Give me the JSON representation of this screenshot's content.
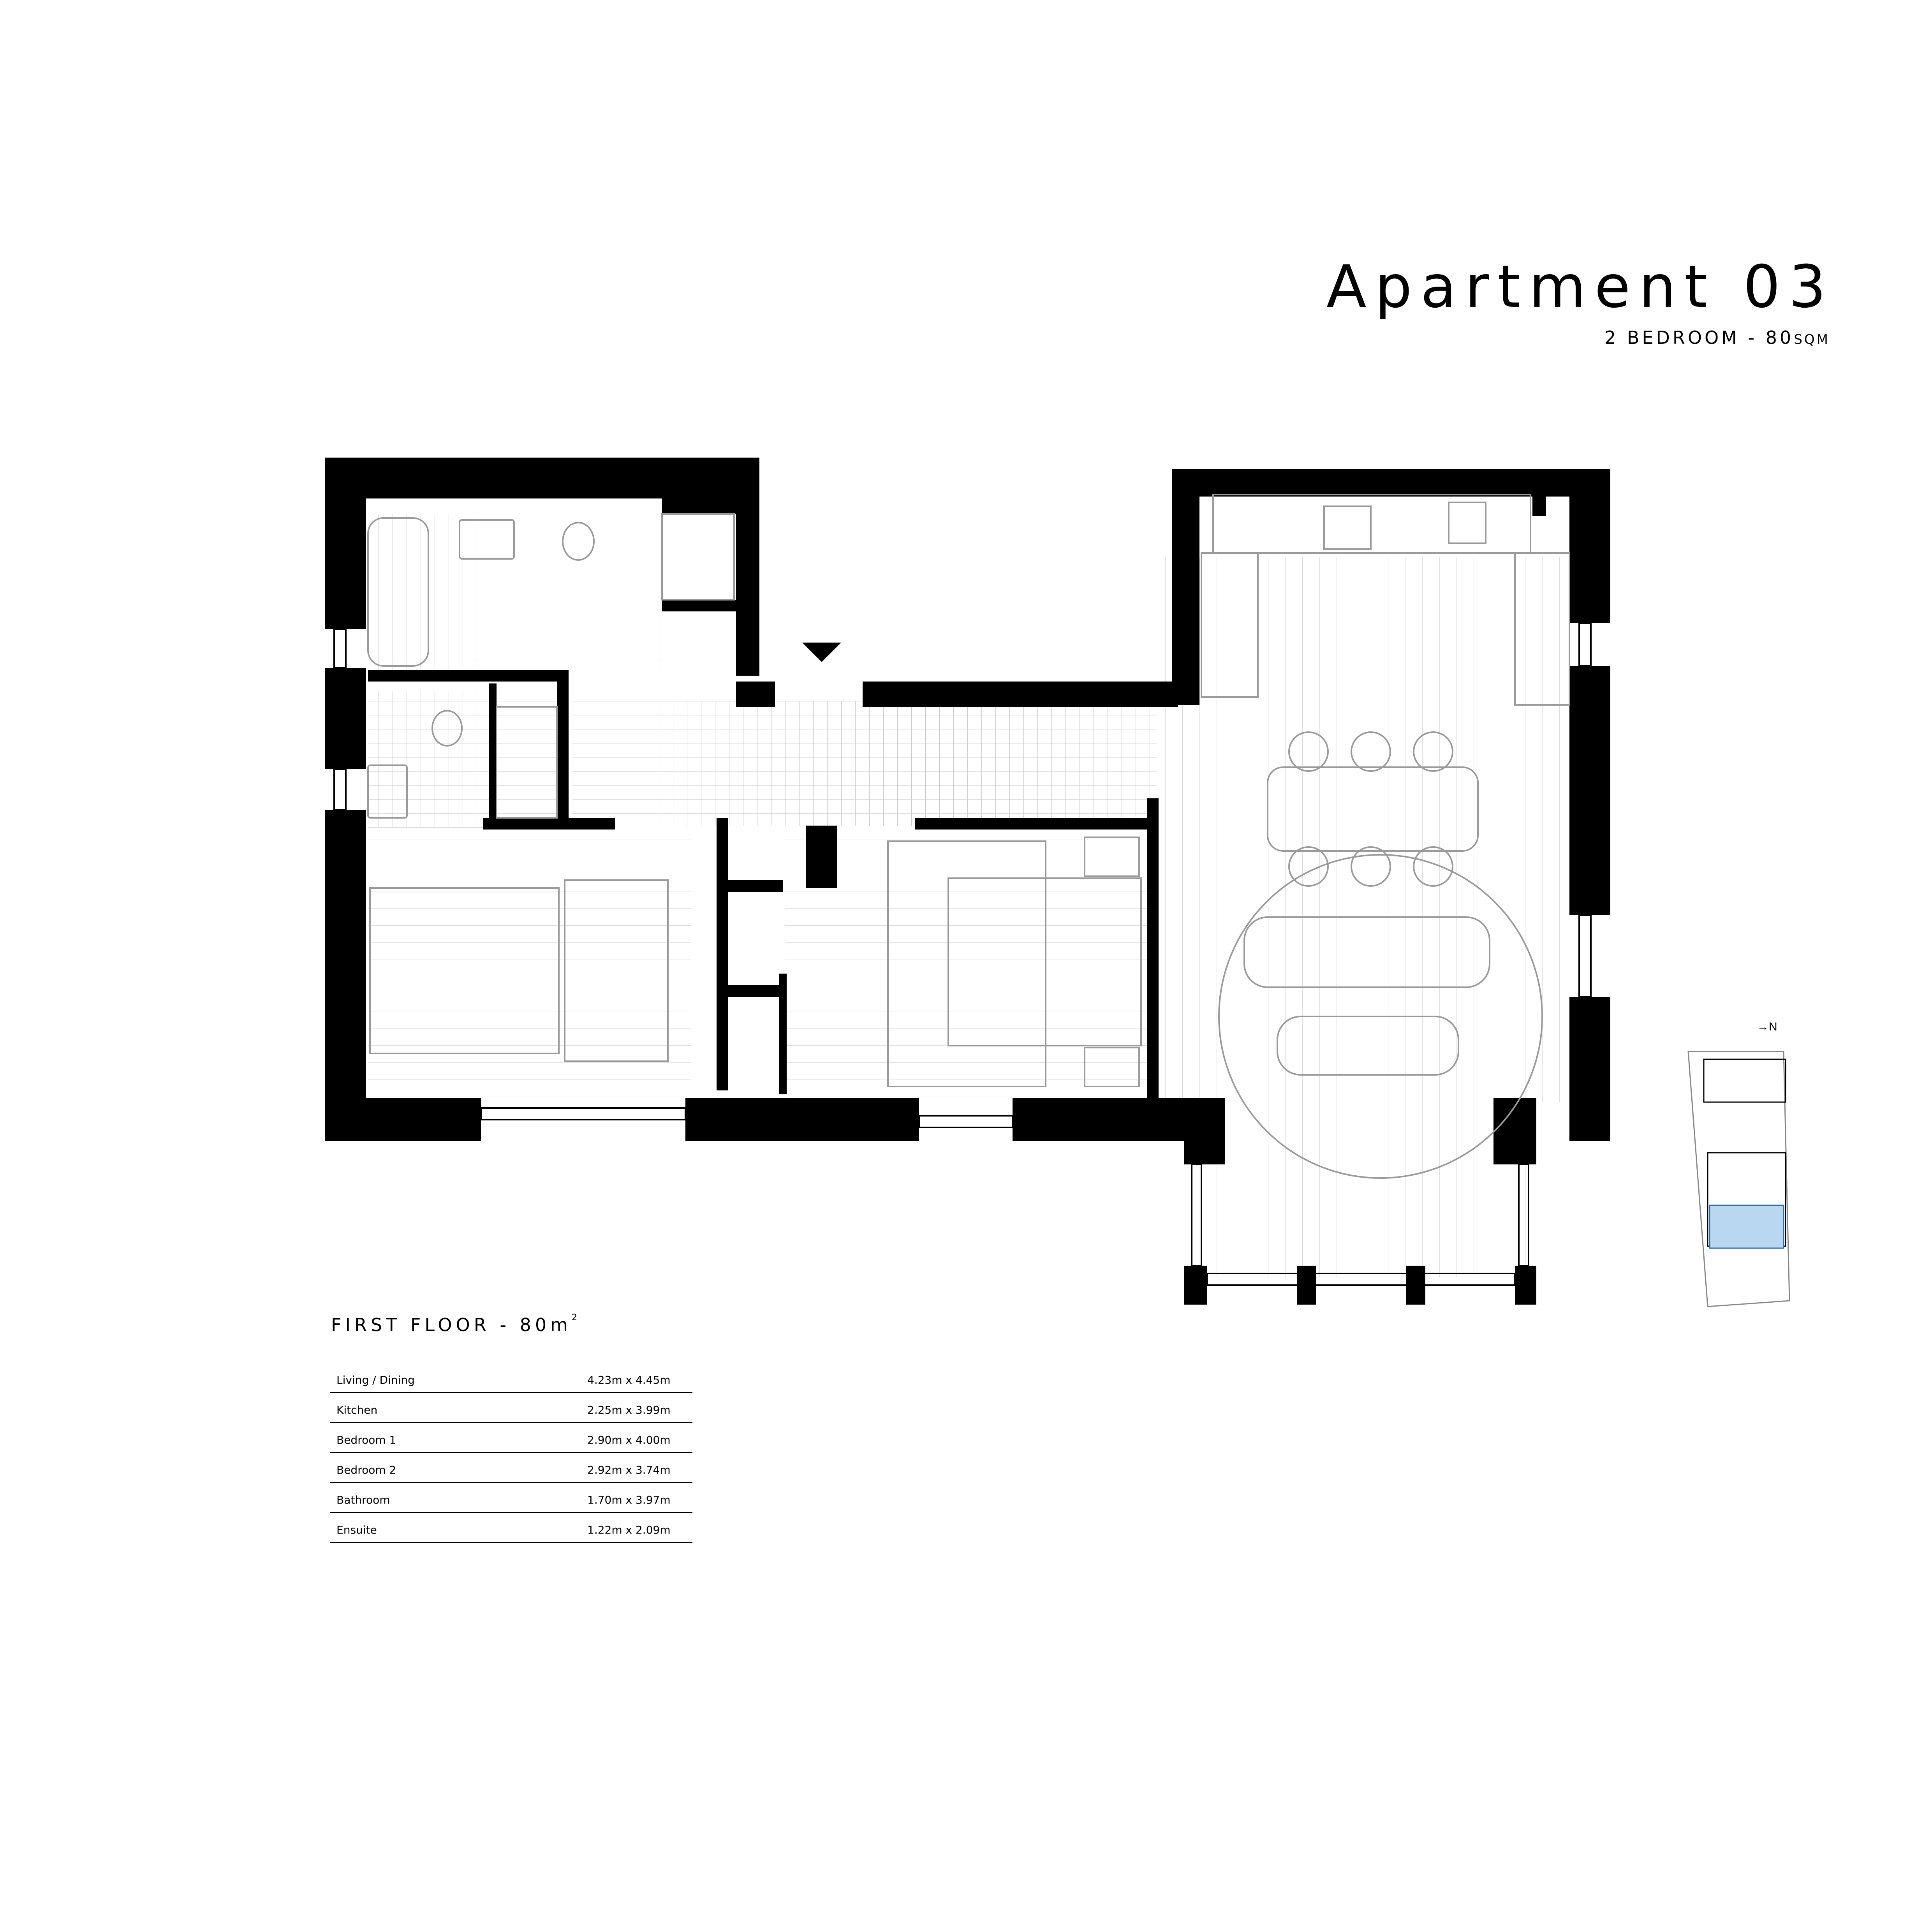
{
  "header": {
    "title": "Apartment 03",
    "subtitle_main": "2 BEDROOM - 80",
    "subtitle_unit": "SQM"
  },
  "floor": {
    "label": "FIRST  FLOOR - 80m",
    "label_sup": "2"
  },
  "rooms": [
    {
      "name": "Living / Dining",
      "dims": "4.23m x 4.45m"
    },
    {
      "name": "Kitchen",
      "dims": "2.25m x 3.99m"
    },
    {
      "name": "Bedroom 1",
      "dims": "2.90m x 4.00m"
    },
    {
      "name": "Bedroom 2",
      "dims": "2.92m x 3.74m"
    },
    {
      "name": "Bathroom",
      "dims": "1.70m x 3.97m"
    },
    {
      "name": "Ensuite",
      "dims": "1.22m x 2.09m"
    }
  ],
  "key_plan": {
    "north_label": "N",
    "highlight_color": "#b9d7f0"
  },
  "colors": {
    "wall": "#000000",
    "fixture_line": "#9a9a9a",
    "background": "#ffffff"
  }
}
